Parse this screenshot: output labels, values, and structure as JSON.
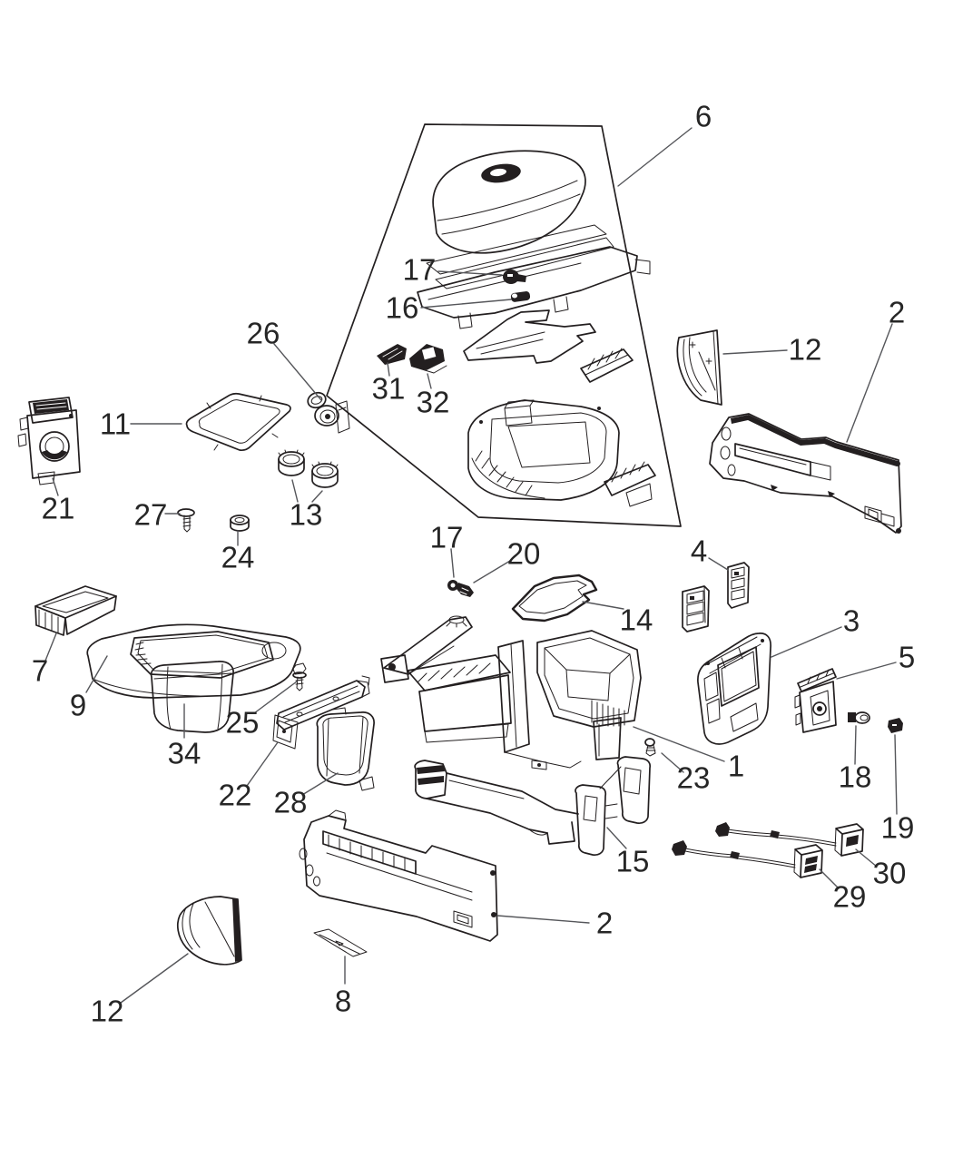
{
  "diagram": {
    "type": "exploded-parts-diagram",
    "background_color": "#ffffff",
    "line_color": "#231f20",
    "leader_color": "#55565a",
    "label_color": "#262626",
    "callouts": [
      {
        "label": "6"
      },
      {
        "label": "17"
      },
      {
        "label": "16"
      },
      {
        "label": "26"
      },
      {
        "label": "31"
      },
      {
        "label": "32"
      },
      {
        "label": "12"
      },
      {
        "label": "2"
      },
      {
        "label": "11"
      },
      {
        "label": "21"
      },
      {
        "label": "27"
      },
      {
        "label": "13"
      },
      {
        "label": "24"
      },
      {
        "label": "17"
      },
      {
        "label": "20"
      },
      {
        "label": "4"
      },
      {
        "label": "14"
      },
      {
        "label": "3"
      },
      {
        "label": "5"
      },
      {
        "label": "7"
      },
      {
        "label": "9"
      },
      {
        "label": "25"
      },
      {
        "label": "34"
      },
      {
        "label": "1"
      },
      {
        "label": "23"
      },
      {
        "label": "22"
      },
      {
        "label": "28"
      },
      {
        "label": "18"
      },
      {
        "label": "19"
      },
      {
        "label": "15"
      },
      {
        "label": "30"
      },
      {
        "label": "29"
      },
      {
        "label": "2"
      },
      {
        "label": "8"
      },
      {
        "label": "12"
      }
    ]
  }
}
